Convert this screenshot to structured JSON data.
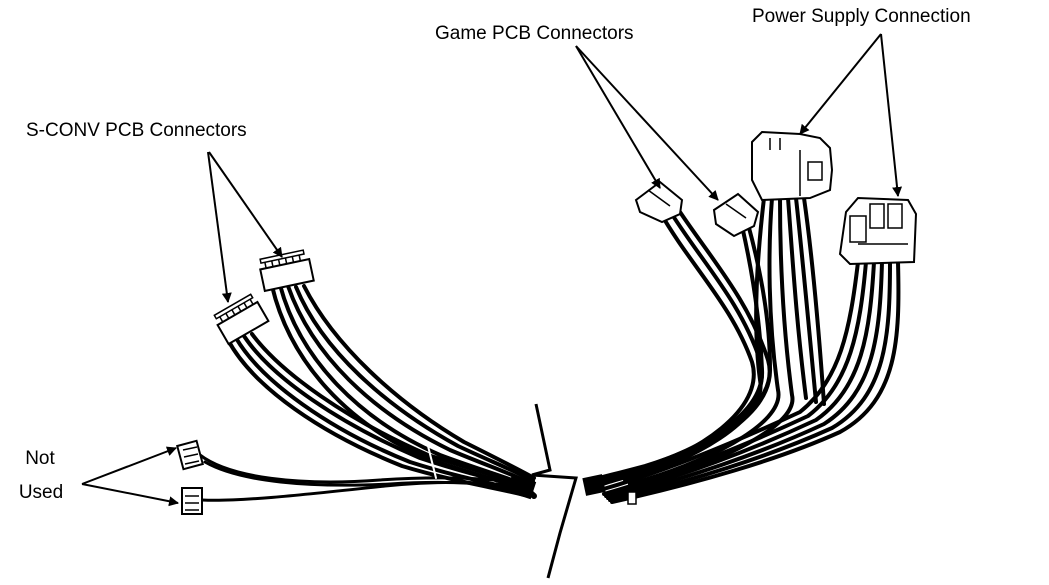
{
  "labels": {
    "power": "Power Supply Connection",
    "game": "Game PCB Connectors",
    "sconv": "S-CONV PCB Connectors",
    "not_used_1": "Not",
    "not_used_2": "Used"
  },
  "colors": {
    "ink": "#000000",
    "connector_fill": "#ffffff",
    "background": "#ffffff"
  }
}
